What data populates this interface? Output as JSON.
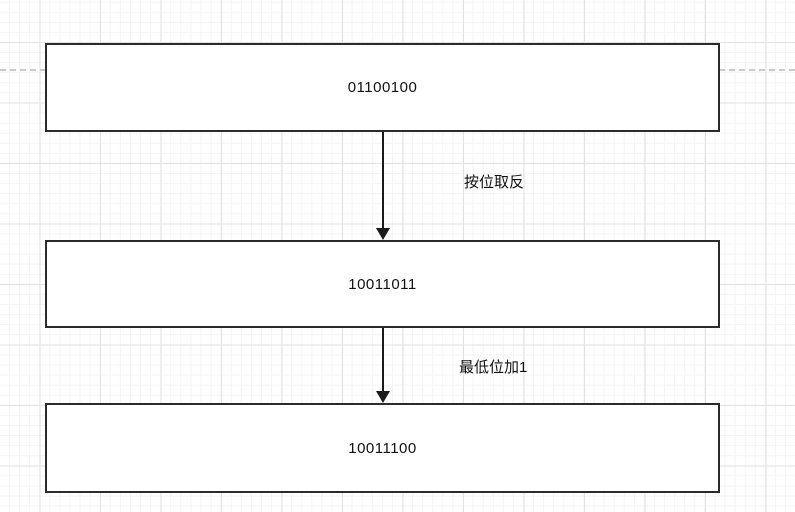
{
  "theme": {
    "canvas_bg": "#ffffff",
    "grid_minor": "#f4f4f4",
    "grid_major": "#e2e2e2",
    "page_break": "#c9c9c9",
    "stroke": "#2b2b2b",
    "arrow": "#1a1a1a",
    "text": "#111111"
  },
  "diagram": {
    "nodes": [
      {
        "label": "01100100"
      },
      {
        "label": "10011011"
      },
      {
        "label": "10011100"
      }
    ],
    "edges": [
      {
        "label": "按位取反"
      },
      {
        "label": "最低位加1"
      }
    ]
  }
}
